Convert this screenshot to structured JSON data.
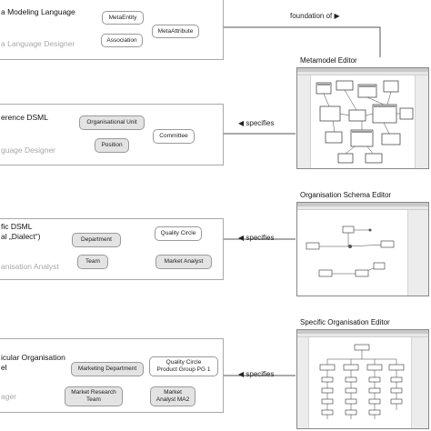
{
  "levels": [
    {
      "title_lines": [
        "a Modeling Language"
      ],
      "role": "a Language Designer",
      "chips": [
        {
          "label_lines": [
            "MetaEntity"
          ]
        },
        {
          "label_lines": [
            "Association"
          ]
        },
        {
          "label_lines": [
            "MetaAttribute"
          ]
        }
      ]
    },
    {
      "title_lines": [
        "erence DSML"
      ],
      "role": "guage Designer",
      "chips": [
        {
          "label_lines": [
            "Organisational Unit"
          ]
        },
        {
          "label_lines": [
            "Position"
          ]
        },
        {
          "label_lines": [
            "Committee"
          ]
        }
      ]
    },
    {
      "title_lines": [
        "fic DSML",
        "al „Dialect“)"
      ],
      "role": "anisation Analyst",
      "chips": [
        {
          "label_lines": [
            "Department"
          ]
        },
        {
          "label_lines": [
            "Quality Circle"
          ]
        },
        {
          "label_lines": [
            "Team"
          ]
        },
        {
          "label_lines": [
            "Market Analyst"
          ]
        }
      ]
    },
    {
      "title_lines": [
        "icular Organisation",
        "el"
      ],
      "role": "ager",
      "chips": [
        {
          "label_lines": [
            "Marketing Department"
          ]
        },
        {
          "label_lines": [
            "Quality Circle",
            "Product Group PG 1"
          ]
        },
        {
          "label_lines": [
            "Market Research",
            "Team"
          ]
        },
        {
          "label_lines": [
            "Market",
            "Analyst MA2"
          ]
        }
      ]
    }
  ],
  "arrows": {
    "foundation": "foundation of ▶",
    "specifies": [
      "◀ specifies",
      "◀ specifies",
      "◀ specifies"
    ]
  },
  "editors": [
    {
      "caption": "Metamodel Editor"
    },
    {
      "caption": "Organisation Schema Editor"
    },
    {
      "caption": "Specific Organisation Editor"
    }
  ]
}
